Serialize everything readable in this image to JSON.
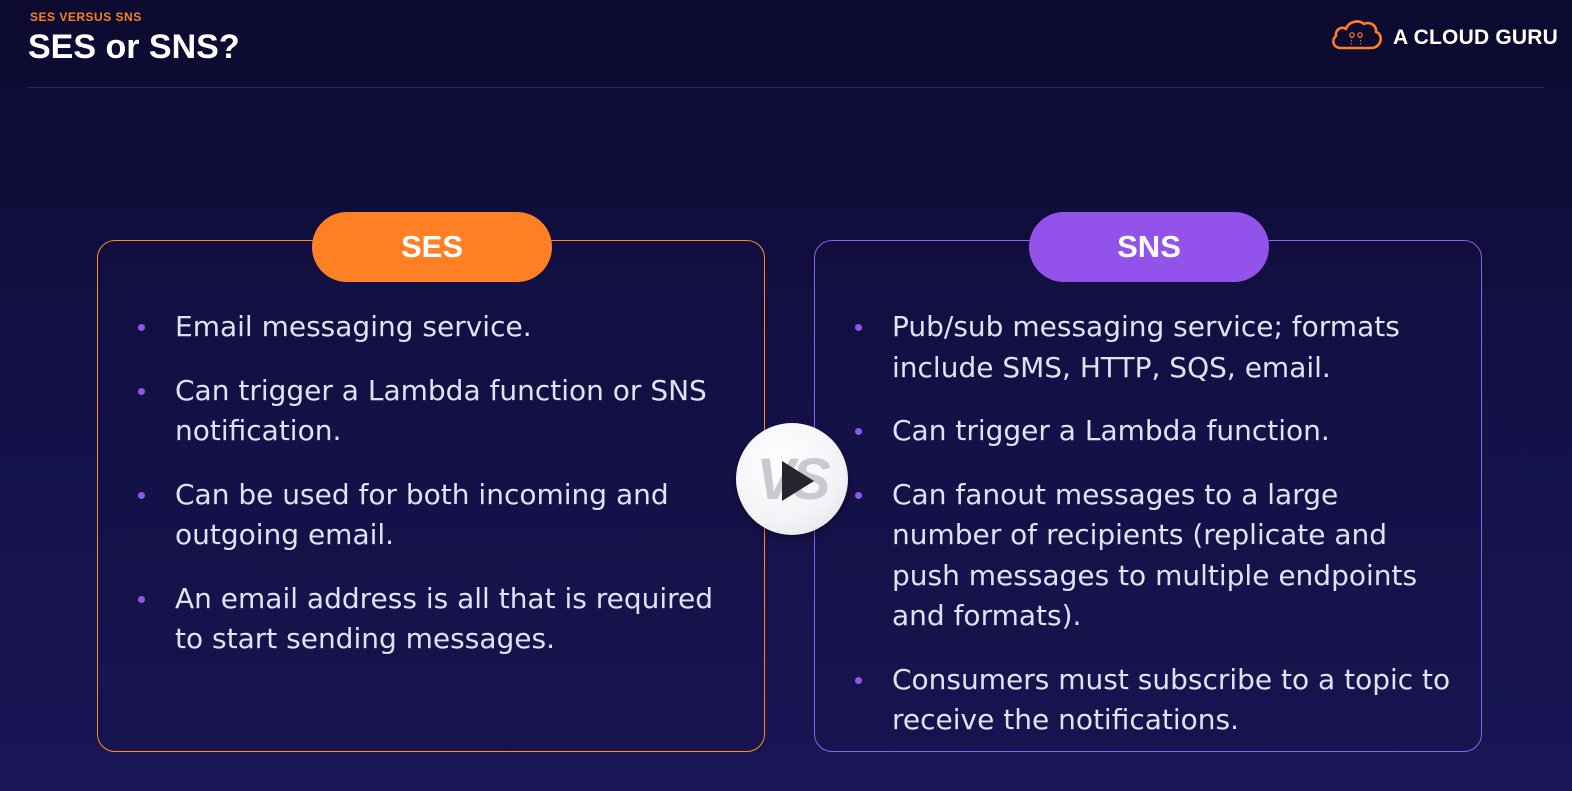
{
  "header": {
    "eyebrow": "SES VERSUS SNS",
    "title": "SES or SNS?",
    "logo_text": "A CLOUD GURU"
  },
  "ses": {
    "label": "SES",
    "bullets": [
      "Email messaging service.",
      "Can trigger a Lambda function or SNS notification.",
      "Can be used for both incoming and outgoing email.",
      "An email address is all that is required to start sending messages."
    ]
  },
  "sns": {
    "label": "SNS",
    "bullets": [
      "Pub/sub messaging service; formats include SMS, HTTP, SQS, email.",
      "Can trigger a Lambda function.",
      "Can fanout messages to a large number of recipients (replicate and push messages to multiple endpoints and formats).",
      "Consumers must subscribe to a topic to receive the notifications."
    ]
  },
  "vs": {
    "label": "VS",
    "overlay_icon": "play-icon"
  },
  "colors": {
    "ses_accent": "#ff7f24",
    "sns_accent": "#9353ea",
    "bullet_dot": "#8e57ee",
    "background": "#14114a"
  }
}
